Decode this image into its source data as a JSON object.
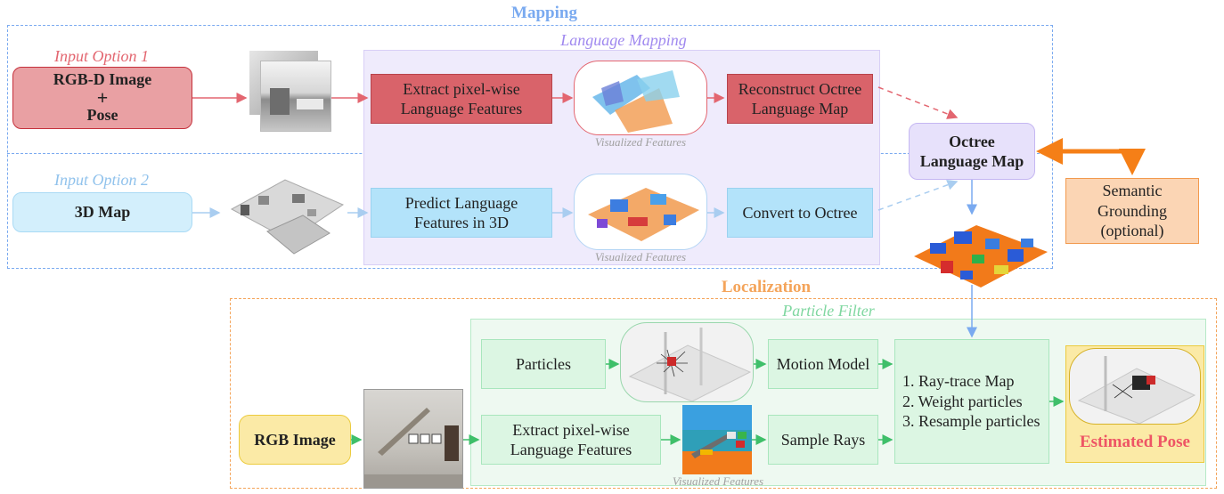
{
  "sections": {
    "mapping": "Mapping",
    "language_mapping": "Language Mapping",
    "localization": "Localization",
    "particle_filter": "Particle Filter"
  },
  "input_option_1": {
    "label": "Input Option 1",
    "box_line1": "RGB-D Image",
    "box_plus": "+",
    "box_line2": "Pose"
  },
  "input_option_2": {
    "label": "Input Option 2",
    "box": "3D Map"
  },
  "mapping_nodes": {
    "extract_line1": "Extract pixel-wise",
    "extract_line2": "Language Features",
    "reconstruct_line1": "Reconstruct Octree",
    "reconstruct_line2": "Language Map",
    "predict_line1": "Predict Language",
    "predict_line2": "Features in 3D",
    "convert": "Convert to Octree",
    "visualized_features_1": "Visualized Features",
    "visualized_features_2": "Visualized Features"
  },
  "octree": {
    "line1": "Octree",
    "line2": "Language Map"
  },
  "semantic": {
    "line1": "Semantic",
    "line2": "Grounding",
    "line3": "(optional)"
  },
  "localization_nodes": {
    "rgb_image": "RGB Image",
    "particles": "Particles",
    "motion_model": "Motion Model",
    "extract_line1": "Extract pixel-wise",
    "extract_line2": "Language Features",
    "sample_rays": "Sample Rays",
    "step1": "1. Ray-trace Map",
    "step2": "2. Weight particles",
    "step3": "3. Resample particles",
    "estimated_pose": "Estimated Pose",
    "visualized_features_3": "Visualized Features"
  },
  "colors": {
    "mapping_blue": "#7aaaf0",
    "language_purple": "#9f88ef",
    "input1_red": "#e36670",
    "input2_blue": "#90c2ec",
    "localization_orange": "#f4a45a",
    "particle_green": "#7fd7a0",
    "estimated_red": "#ee5565",
    "semantic_orange": "#f57f17"
  }
}
